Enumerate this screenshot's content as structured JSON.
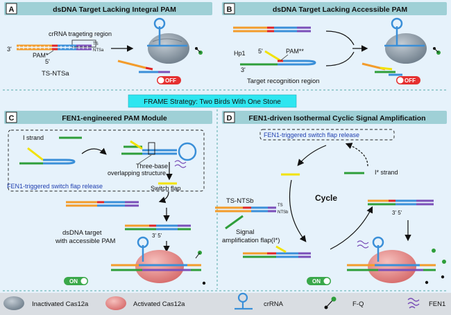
{
  "panels": {
    "a": {
      "letter": "A",
      "title": "dsDNA Target Lacking Integral PAM"
    },
    "b": {
      "letter": "B",
      "title": "dsDNA Target Lacking Accessible PAM"
    },
    "c": {
      "letter": "C",
      "title": "FEN1-engineered PAM Module"
    },
    "d": {
      "letter": "D",
      "title": "FEN1-driven Isothermal Cyclic Signal Amplification"
    }
  },
  "strategy_banner": "FRAME Strategy: Two Birds With One Stone",
  "panel_a": {
    "three_prime": "3'",
    "five_prime": "5'",
    "crrna_region": "crRNA  trageting region",
    "pam_star": "PAM*",
    "ts": "TS",
    "nts_a": "NTSa",
    "ts_nts_a": "TS-NTSa",
    "off": "OFF"
  },
  "panel_b": {
    "hp1": "Hp1",
    "five_prime": "5'",
    "pam_2star": "PAM**",
    "three_prime": "3'",
    "target_region": "Target recognition region",
    "off": "OFF"
  },
  "panel_c": {
    "i_strand": "I strand",
    "three_base": "Three-base",
    "overlapping": "overlapping structure",
    "switch_flap": "Switch flap",
    "fen1_release": "FEN1-triggered switch flap release",
    "dsdna_target": "dsDNA target",
    "with_pam": "with accessible PAM",
    "ends": "3' 5'",
    "on": "ON"
  },
  "panel_d": {
    "fen1_release": "FEN1-triggered switch flap release",
    "i_star_strand": "I* strand",
    "cycle": "Cycle",
    "ts_nts_b": "TS-NTSb",
    "ts": "TS",
    "nts_b": "NTSb",
    "signal": "Signal",
    "amplification": "amplification flap(I*)",
    "ends": "3' 5'",
    "on": "ON"
  },
  "legend": [
    {
      "label": "Inactivated Cas12a",
      "icon": "inactive-cas12a-icon"
    },
    {
      "label": "Activated Cas12a",
      "icon": "active-cas12a-icon"
    },
    {
      "label": "crRNA",
      "icon": "crrna-icon"
    },
    {
      "label": "F-Q",
      "icon": "fq-reporter-icon"
    },
    {
      "label": "FEN1",
      "icon": "fen1-icon"
    }
  ],
  "colors": {
    "orange": "#f39c2b",
    "blue": "#3a8fd8",
    "purple": "#7a4fb8",
    "red": "#e02424",
    "green": "#2e9e3a",
    "yellow": "#f2e200",
    "grey_protein": "#8a9aa8",
    "pink_protein": "#e98a8a",
    "header": "#9fd0d6",
    "off_red": "#e53030",
    "on_green": "#3aa84a"
  }
}
